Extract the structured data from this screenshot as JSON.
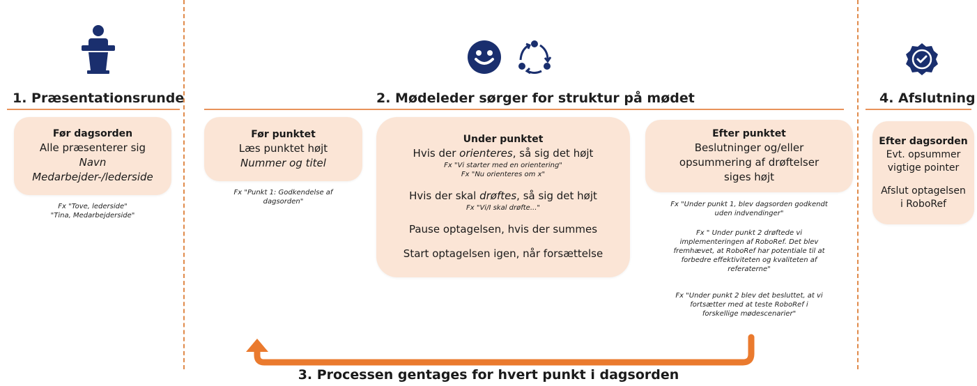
{
  "colors": {
    "accent": "#e8925a",
    "box": "#fbe5d6",
    "icon": "#1a2f6e",
    "arrow": "#ea7a2e"
  },
  "icons": [
    "podium-icon",
    "smiley-icon",
    "cycle-icon",
    "check-badge-icon"
  ],
  "sections": {
    "s1": {
      "heading": "1. Præsentationsrunde",
      "box_title": "Før dagsorden",
      "box_line1": "Alle præsenterer sig",
      "box_italic1": "Navn",
      "box_italic2": "Medarbejder-/lederside",
      "note1": "Fx \"Tove, lederside\"",
      "note2": "\"Tina, Medarbejderside\""
    },
    "s2": {
      "heading": "2. Mødeleder sørger for struktur på mødet",
      "before": {
        "title": "Før punktet",
        "line1": "Læs punktet højt",
        "italic": "Nummer og titel",
        "note1": "Fx \"Punkt 1: Godkendelse af",
        "note2": "dagsorden\""
      },
      "during": {
        "title": "Under punktet",
        "line1_pre": "Hvis der ",
        "line1_it": "orienteres",
        "line1_post": ", så sig det højt",
        "small1": "Fx \"Vi starter med en orientering\"",
        "small2": "Fx \"Nu orienteres om x\"",
        "line2_pre": "Hvis der skal ",
        "line2_it": "drøftes",
        "line2_post": ", så sig det højt",
        "small3": "Fx \"Vi/I skal drøfte...\"",
        "line3": "Pause optagelsen, hvis der summes",
        "line4": "Start optagelsen igen, når forsættelse"
      },
      "after": {
        "title": "Efter punktet",
        "line1": "Beslutninger og/eller",
        "line2": "opsummering af drøftelser",
        "line3": "siges højt",
        "note_a1": "Fx \"Under punkt 1, blev dagsorden godkendt",
        "note_a2": "uden indvendinger\"",
        "note_b1": "Fx \" Under punkt 2 drøftede vi",
        "note_b2": "implementeringen af RoboRef. Det blev",
        "note_b3": "fremhævet, at RoboRef har potentiale til at",
        "note_b4": "forbedre effektiviteten og kvaliteten af",
        "note_b5": "referaterne\"",
        "note_c1": "Fx \"Under punkt 2 blev det besluttet, at vi",
        "note_c2": "fortsætter med at teste RoboRef i",
        "note_c3": "forskellige mødescenarier\""
      }
    },
    "s3": {
      "heading": "3. Processen gentages for hvert punkt i dagsorden"
    },
    "s4": {
      "heading": "4. Afslutning",
      "box_title": "Efter dagsorden",
      "line1": "Evt. opsummer",
      "line2": "vigtige pointer",
      "line3": "Afslut optagelsen",
      "line4": "i RoboRef"
    }
  }
}
